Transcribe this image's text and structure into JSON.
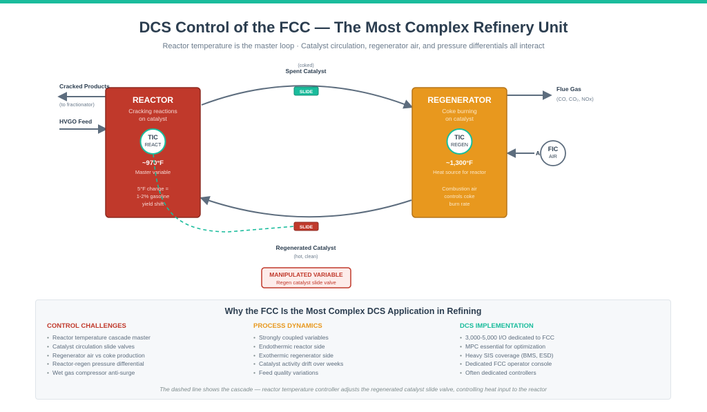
{
  "header": {
    "title": "DCS Control of the FCC — The Most Complex Refinery Unit",
    "subtitle": "Reactor temperature is the master loop · Catalyst circulation, regenerator air, and pressure differentials all interact"
  },
  "colors": {
    "accent": "#1abc9c",
    "reactor": "#c0392b",
    "regenerator": "#e8981e",
    "text": "#2c3e50",
    "arrow": "#5d6d7e"
  },
  "diagram": {
    "reactor": {
      "title": "REACTOR",
      "desc_line1": "Cracking reactions",
      "desc_line2": "on catalyst",
      "tic_label": "TIC",
      "tic_sub": "REACT",
      "temp": "~970°F",
      "temp_note": "Master variable",
      "note_line1": "5°F change =",
      "note_line2": "1-2% gasoline",
      "note_line3": "yield shift"
    },
    "regenerator": {
      "title": "REGENERATOR",
      "desc_line1": "Coke burning",
      "desc_line2": "on catalyst",
      "tic_label": "TIC",
      "tic_sub": "REGEN",
      "temp": "~1,300°F",
      "temp_note": "Heat source for reactor",
      "note_line1": "Combustion air",
      "note_line2": "controls coke",
      "note_line3": "burn rate"
    },
    "streams": {
      "cracked_products": "Cracked Products",
      "cracked_products_note": "(to fractionator)",
      "hvgo_feed": "HVGO Feed",
      "flue_gas": "Flue Gas",
      "flue_gas_note": "(CO, CO₂, NOx)",
      "air": "Air",
      "spent_catalyst_note": "(coked)",
      "spent_catalyst": "Spent Catalyst",
      "regen_catalyst": "Regenerated Catalyst",
      "regen_catalyst_note": "(hot, clean)"
    },
    "slide_top": "SLIDE",
    "slide_bottom": "SLIDE",
    "fic_label": "FIC",
    "fic_sub": "AIR",
    "manipulated": {
      "title": "MANIPULATED VARIABLE",
      "sub": "Regen catalyst slide valve"
    }
  },
  "panel": {
    "title": "Why the FCC Is the Most Complex DCS Application in Refining",
    "columns": [
      {
        "heading": "CONTROL CHALLENGES",
        "color": "#c0392b",
        "items": [
          "Reactor temperature cascade master",
          "Catalyst circulation slide valves",
          "Regenerator air vs coke production",
          "Reactor-regen pressure differential",
          "Wet gas compressor anti-surge"
        ]
      },
      {
        "heading": "PROCESS DYNAMICS",
        "color": "#e8981e",
        "items": [
          "Strongly coupled variables",
          "Endothermic reactor side",
          "Exothermic regenerator side",
          "Catalyst activity drift over weeks",
          "Feed quality variations"
        ]
      },
      {
        "heading": "DCS IMPLEMENTATION",
        "color": "#1abc9c",
        "items": [
          "3,000-5,000 I/O dedicated to FCC",
          "MPC essential for optimization",
          "Heavy SIS coverage (BMS, ESD)",
          "Dedicated FCC operator console",
          "Often dedicated controllers"
        ]
      }
    ],
    "footnote": "The dashed line shows the cascade — reactor temperature controller adjusts the regenerated catalyst slide valve, controlling heat input to the reactor"
  }
}
